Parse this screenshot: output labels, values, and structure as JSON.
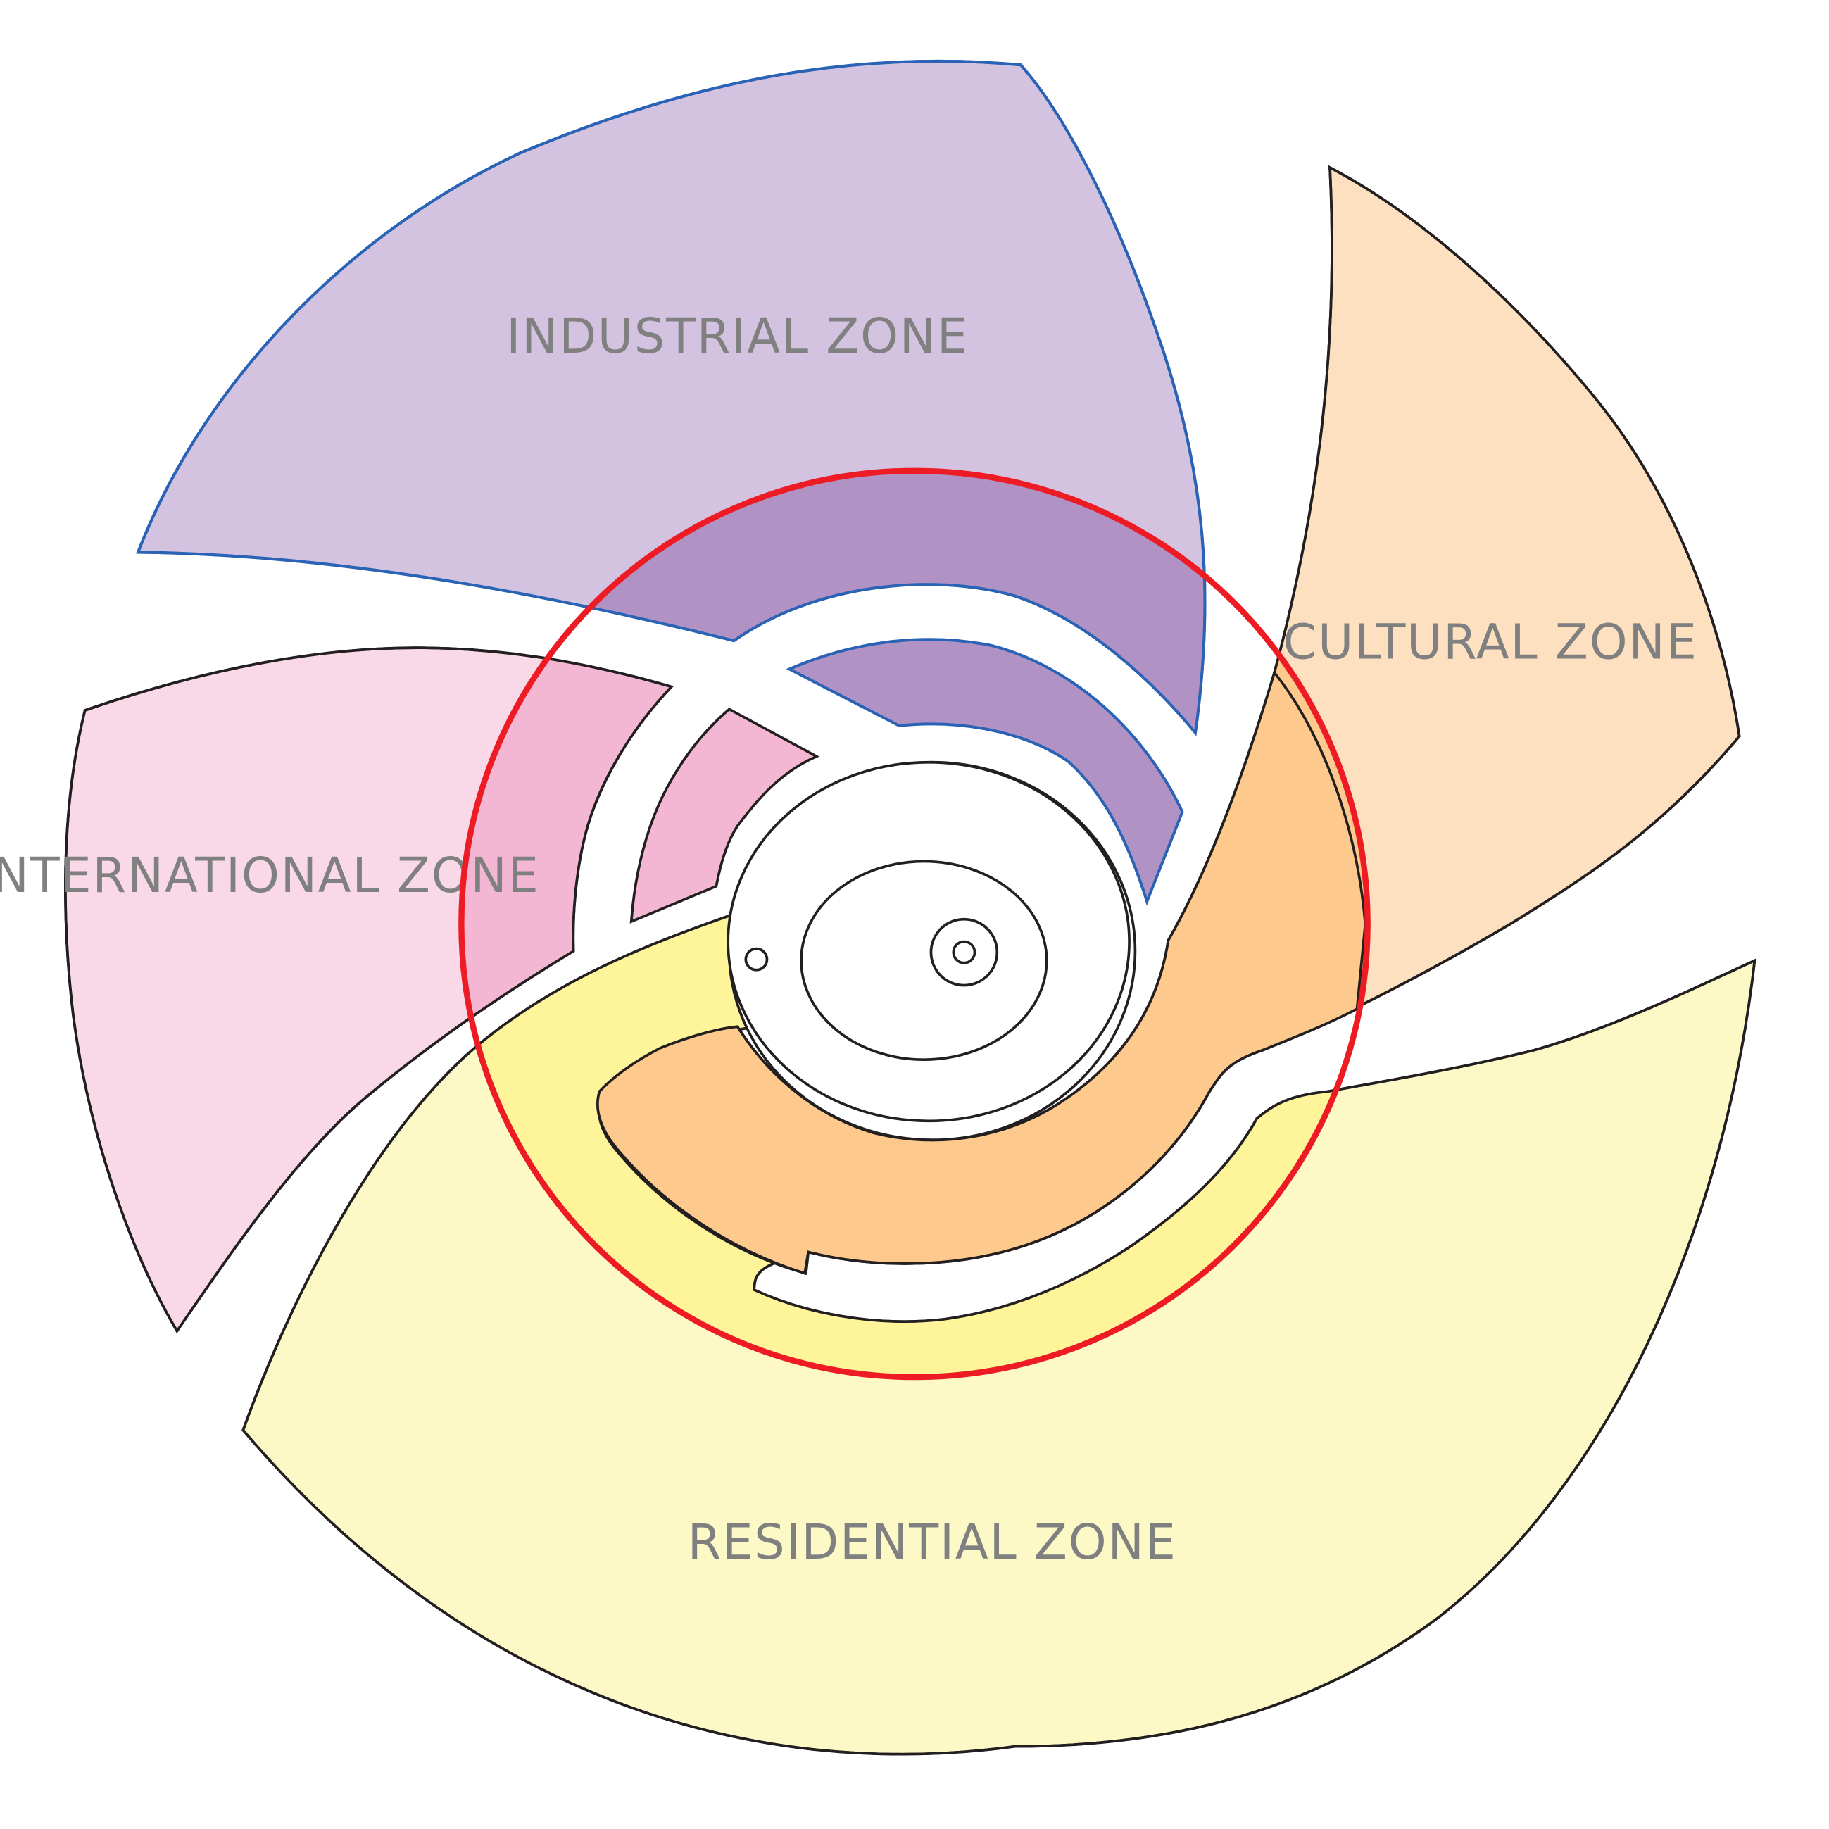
{
  "diagram": {
    "colors": {
      "industrial_outer": "#d3c3e0",
      "industrial_inner": "#b092c4",
      "cultural_outer": "#fde0c0",
      "cultural_inner": "#fdc98d",
      "international_outer": "#f9d9e8",
      "international_inner": "#f3b6d3",
      "residential_outer": "#fdf9c7",
      "residential_inner": "#fef59b",
      "boundary_circle": "#ed1c24",
      "label_text": "#808080"
    },
    "zones": {
      "industrial": {
        "label": "INDUSTRIAL ZONE"
      },
      "cultural": {
        "label": "CULTURAL ZONE"
      },
      "international": {
        "label": "INTERNATIONAL ZONE"
      },
      "residential": {
        "label": "RESIDENTIAL ZONE"
      }
    }
  }
}
